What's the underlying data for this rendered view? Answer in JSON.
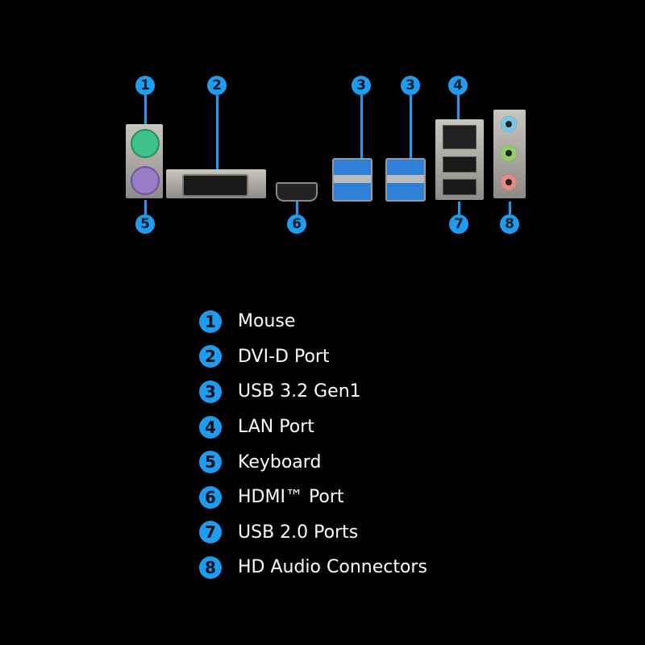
{
  "diagram": {
    "callouts": [
      {
        "num": "1"
      },
      {
        "num": "2"
      },
      {
        "num": "3"
      },
      {
        "num": "3"
      },
      {
        "num": "4"
      },
      {
        "num": "5"
      },
      {
        "num": "6"
      },
      {
        "num": "7"
      },
      {
        "num": "8"
      }
    ],
    "colors": {
      "accent": "#1e9cf0",
      "ps2_mouse": "#3fc28a",
      "ps2_keyboard": "#9a7cc9",
      "usb3": "#2f7fd6",
      "audio_line_in": "#7cc6e6",
      "audio_line_out": "#8fcf6a",
      "audio_mic": "#e58a84"
    }
  },
  "legend": {
    "items": [
      {
        "num": "1",
        "label": "Mouse"
      },
      {
        "num": "2",
        "label": "DVI-D Port"
      },
      {
        "num": "3",
        "label": "USB 3.2 Gen1"
      },
      {
        "num": "4",
        "label": "LAN Port"
      },
      {
        "num": "5",
        "label": "Keyboard"
      },
      {
        "num": "6",
        "label": "HDMI™ Port"
      },
      {
        "num": "7",
        "label": "USB 2.0 Ports"
      },
      {
        "num": "8",
        "label": "HD Audio Connectors"
      }
    ]
  }
}
